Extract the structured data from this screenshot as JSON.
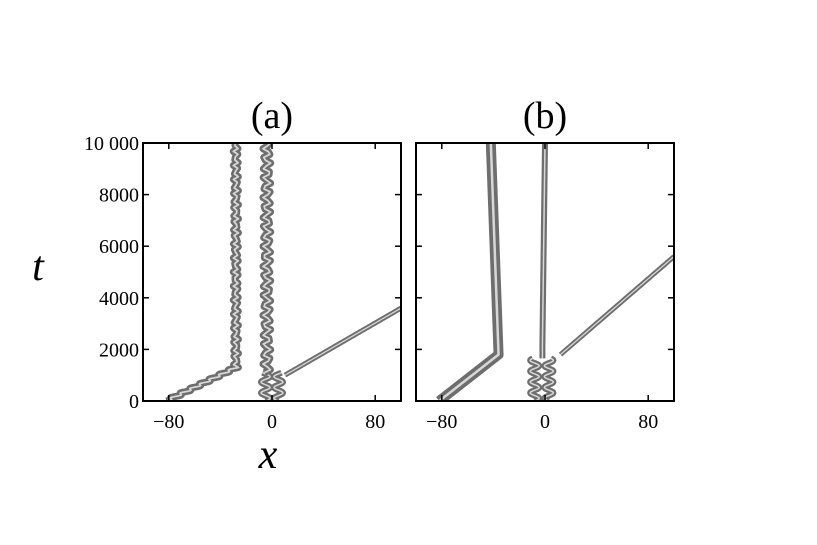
{
  "figure": {
    "ylabel": "t",
    "xlabel": "x"
  },
  "chart_data": [
    {
      "type": "heatmap",
      "title": "(a)",
      "xlim": [
        -100,
        100
      ],
      "ylim": [
        0,
        10000
      ],
      "xticks": [
        -80,
        0,
        80
      ],
      "xtick_labels": [
        "−80",
        "0",
        "80"
      ],
      "yticks": [
        0,
        2000,
        4000,
        6000,
        8000,
        10000
      ],
      "ytick_labels": [
        "0",
        "2000",
        "4000",
        "6000",
        "8000",
        "10 000"
      ],
      "colors": {
        "band": "#6e6e6e",
        "background": "#ffffff"
      },
      "trajectories": [
        {
          "points": [
            [
              -82,
              0
            ],
            [
              -28,
              1300
            ],
            [
              -28,
              10000
            ]
          ],
          "width": 7,
          "wiggle": 2.0,
          "wiggle_period": 180
        },
        {
          "points": [
            [
              -5,
              0
            ],
            [
              -5,
              1100
            ]
          ],
          "width": 6,
          "wiggle": 3.5,
          "wiggle_period": 420
        },
        {
          "points": [
            [
              5,
              0
            ],
            [
              5,
              1100
            ]
          ],
          "width": 6,
          "wiggle": -3.5,
          "wiggle_period": 420
        },
        {
          "points": [
            [
              -4,
              1100
            ],
            [
              -4,
              10000
            ]
          ],
          "width": 7,
          "wiggle": 3.0,
          "wiggle_period": 380
        },
        {
          "points": [
            [
              10,
              1000
            ],
            [
              100,
              3600
            ]
          ],
          "width": 5,
          "wiggle": 0,
          "wiggle_period": 0
        }
      ]
    },
    {
      "type": "heatmap",
      "title": "(b)",
      "xlim": [
        -100,
        100
      ],
      "ylim": [
        0,
        10000
      ],
      "xticks": [
        -80,
        0,
        80
      ],
      "xtick_labels": [
        "−80",
        "0",
        "80"
      ],
      "yticks": [
        0,
        2000,
        4000,
        6000,
        8000,
        10000
      ],
      "ytick_labels": [
        "0",
        "2000",
        "4000",
        "6000",
        "8000",
        "10 000"
      ],
      "colors": {
        "band": "#6e6e6e",
        "background": "#ffffff"
      },
      "trajectories": [
        {
          "points": [
            [
              -82,
              0
            ],
            [
              -36,
              1800
            ],
            [
              -42,
              10000
            ]
          ],
          "width": 10,
          "wiggle": 0,
          "wiggle_period": 0
        },
        {
          "points": [
            [
              -8,
              0
            ],
            [
              -8,
              1650
            ]
          ],
          "width": 6,
          "wiggle": 3.5,
          "wiggle_period": 420
        },
        {
          "points": [
            [
              3,
              0
            ],
            [
              3,
              1650
            ]
          ],
          "width": 6,
          "wiggle": -3.5,
          "wiggle_period": 420
        },
        {
          "points": [
            [
              -2,
              1650
            ],
            [
              -2,
              2200
            ],
            [
              0,
              10000
            ]
          ],
          "width": 6,
          "wiggle": 0,
          "wiggle_period": 0
        },
        {
          "points": [
            [
              12,
              1800
            ],
            [
              100,
              5600
            ]
          ],
          "width": 5,
          "wiggle": 0,
          "wiggle_period": 0
        }
      ]
    }
  ]
}
